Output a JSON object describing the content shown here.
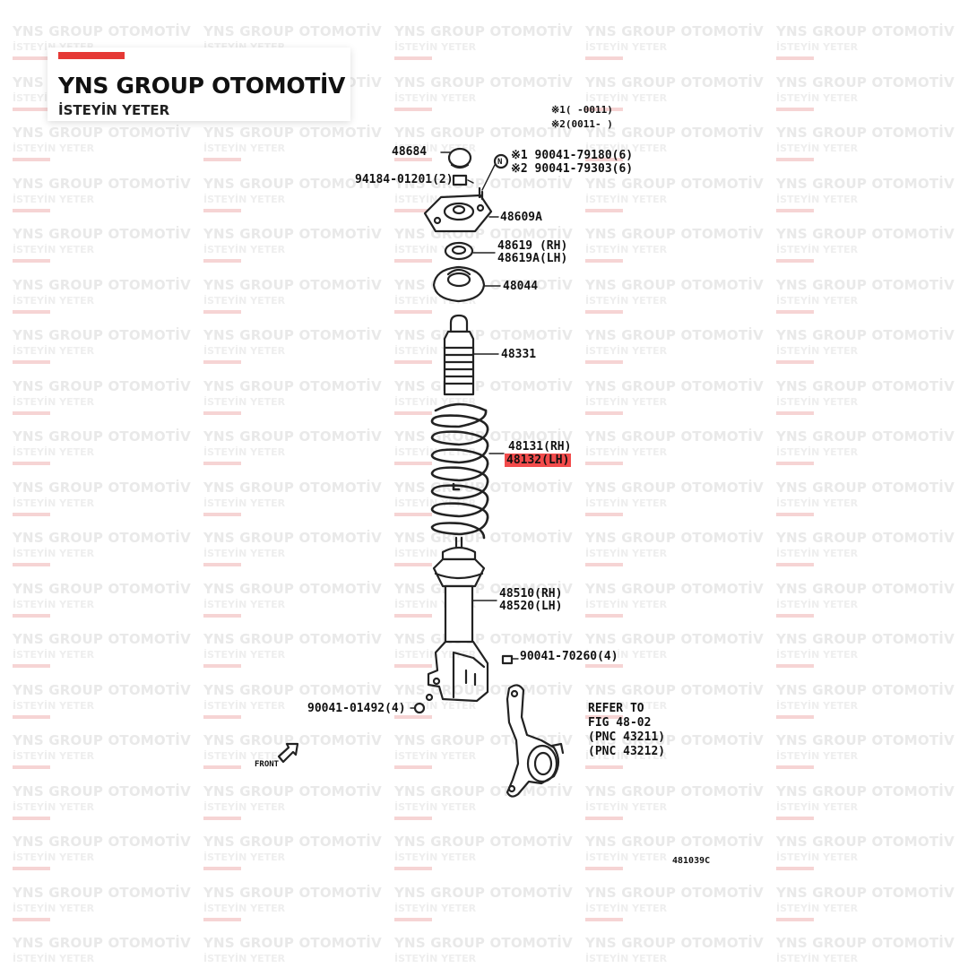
{
  "brand": {
    "name": "YNS GROUP OTOMOTİV",
    "tagline": "İSTEYİN YETER",
    "accent_color": "#e53935"
  },
  "watermark": {
    "line1": "YNS GROUP OTOMOTİV",
    "line2": "İSTEYİN YETER"
  },
  "diagram": {
    "notes": {
      "note1": "※1(     -0011)",
      "note2": "※2(0011-      )",
      "n_marker": "N"
    },
    "parts": {
      "p48684": "48684",
      "p90041_79180": "※1 90041-79180(6)",
      "p90041_79303": "※2 90041-79303(6)",
      "p94184_01201": "94184-01201(2)",
      "p48609A": "48609A",
      "p48619_rh": "48619 (RH)",
      "p48619A_lh": "48619A(LH)",
      "p48044": "48044",
      "p48331": "48331",
      "p48131_rh": "48131(RH)",
      "p48132_lh": "48132(LH)",
      "p48510_rh": "48510(RH)",
      "p48520_lh": "48520(LH)",
      "p90041_70260": "90041-70260(4)",
      "p90041_01492": "90041-01492(4)"
    },
    "refer": {
      "line1": "REFER TO",
      "line2": "FIG 48-02",
      "line3": "(PNC 43211)",
      "line4": "(PNC 43212)"
    },
    "front_label": "FRONT",
    "figure_code": "481039C",
    "highlight_color": "#f24b4b"
  }
}
